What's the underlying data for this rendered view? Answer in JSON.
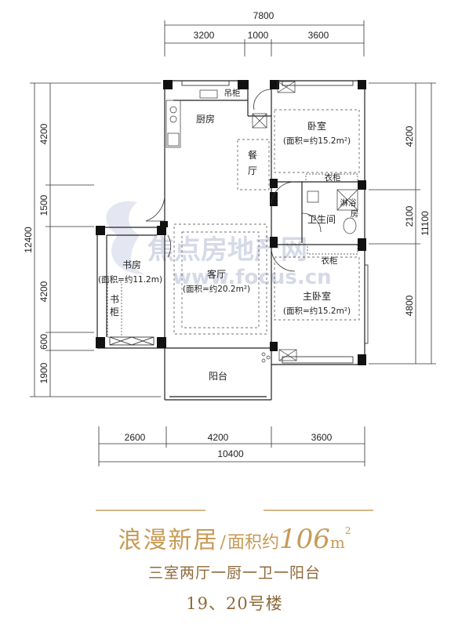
{
  "dimensions": {
    "top_total": "7800",
    "top_segments": [
      "3200",
      "1000",
      "3600"
    ],
    "bottom_total": "10400",
    "bottom_segments": [
      "2600",
      "4200",
      "3600"
    ],
    "left_total": "12400",
    "left_segments": [
      "4200",
      "1500",
      "4200",
      "600",
      "1900"
    ],
    "right_total": "11100",
    "right_segments": [
      "4200",
      "2100",
      "4800"
    ]
  },
  "rooms": {
    "kitchen": "厨房",
    "hanging_cabinet": "吊柜",
    "dining_a": "餐",
    "dining_b": "厅",
    "bedroom": "卧室",
    "bedroom_area": "(面积=约15.2m²)",
    "wardrobe_top": "衣柜",
    "shower_a": "淋浴",
    "shower_b": "房",
    "bathroom": "卫生间",
    "wardrobe_bottom": "衣柜",
    "study": "书房",
    "study_area": "(面积=约11.2m)",
    "bookcase_a": "书",
    "bookcase_b": "柜",
    "living": "客厅",
    "living_area": "(面积=约20.2m²)",
    "master_bedroom": "主卧室",
    "master_area": "(面积=约15.2m²)",
    "balcony": "阳台"
  },
  "watermark": {
    "cn": "焦点房地产网",
    "url": "www.focus.cn"
  },
  "title": {
    "main": "浪漫新居",
    "sep": "/",
    "area_label": "面积约",
    "area_value": "106",
    "unit": "m",
    "sup": "2"
  },
  "subtitle": "三室两厅一厨一卫一阳台",
  "building": "19、20号楼",
  "colors": {
    "wall": "#111111",
    "title_gold": "#c79a55",
    "subtitle_brown": "#8e6a3a",
    "watermark": "#c9cde0"
  }
}
